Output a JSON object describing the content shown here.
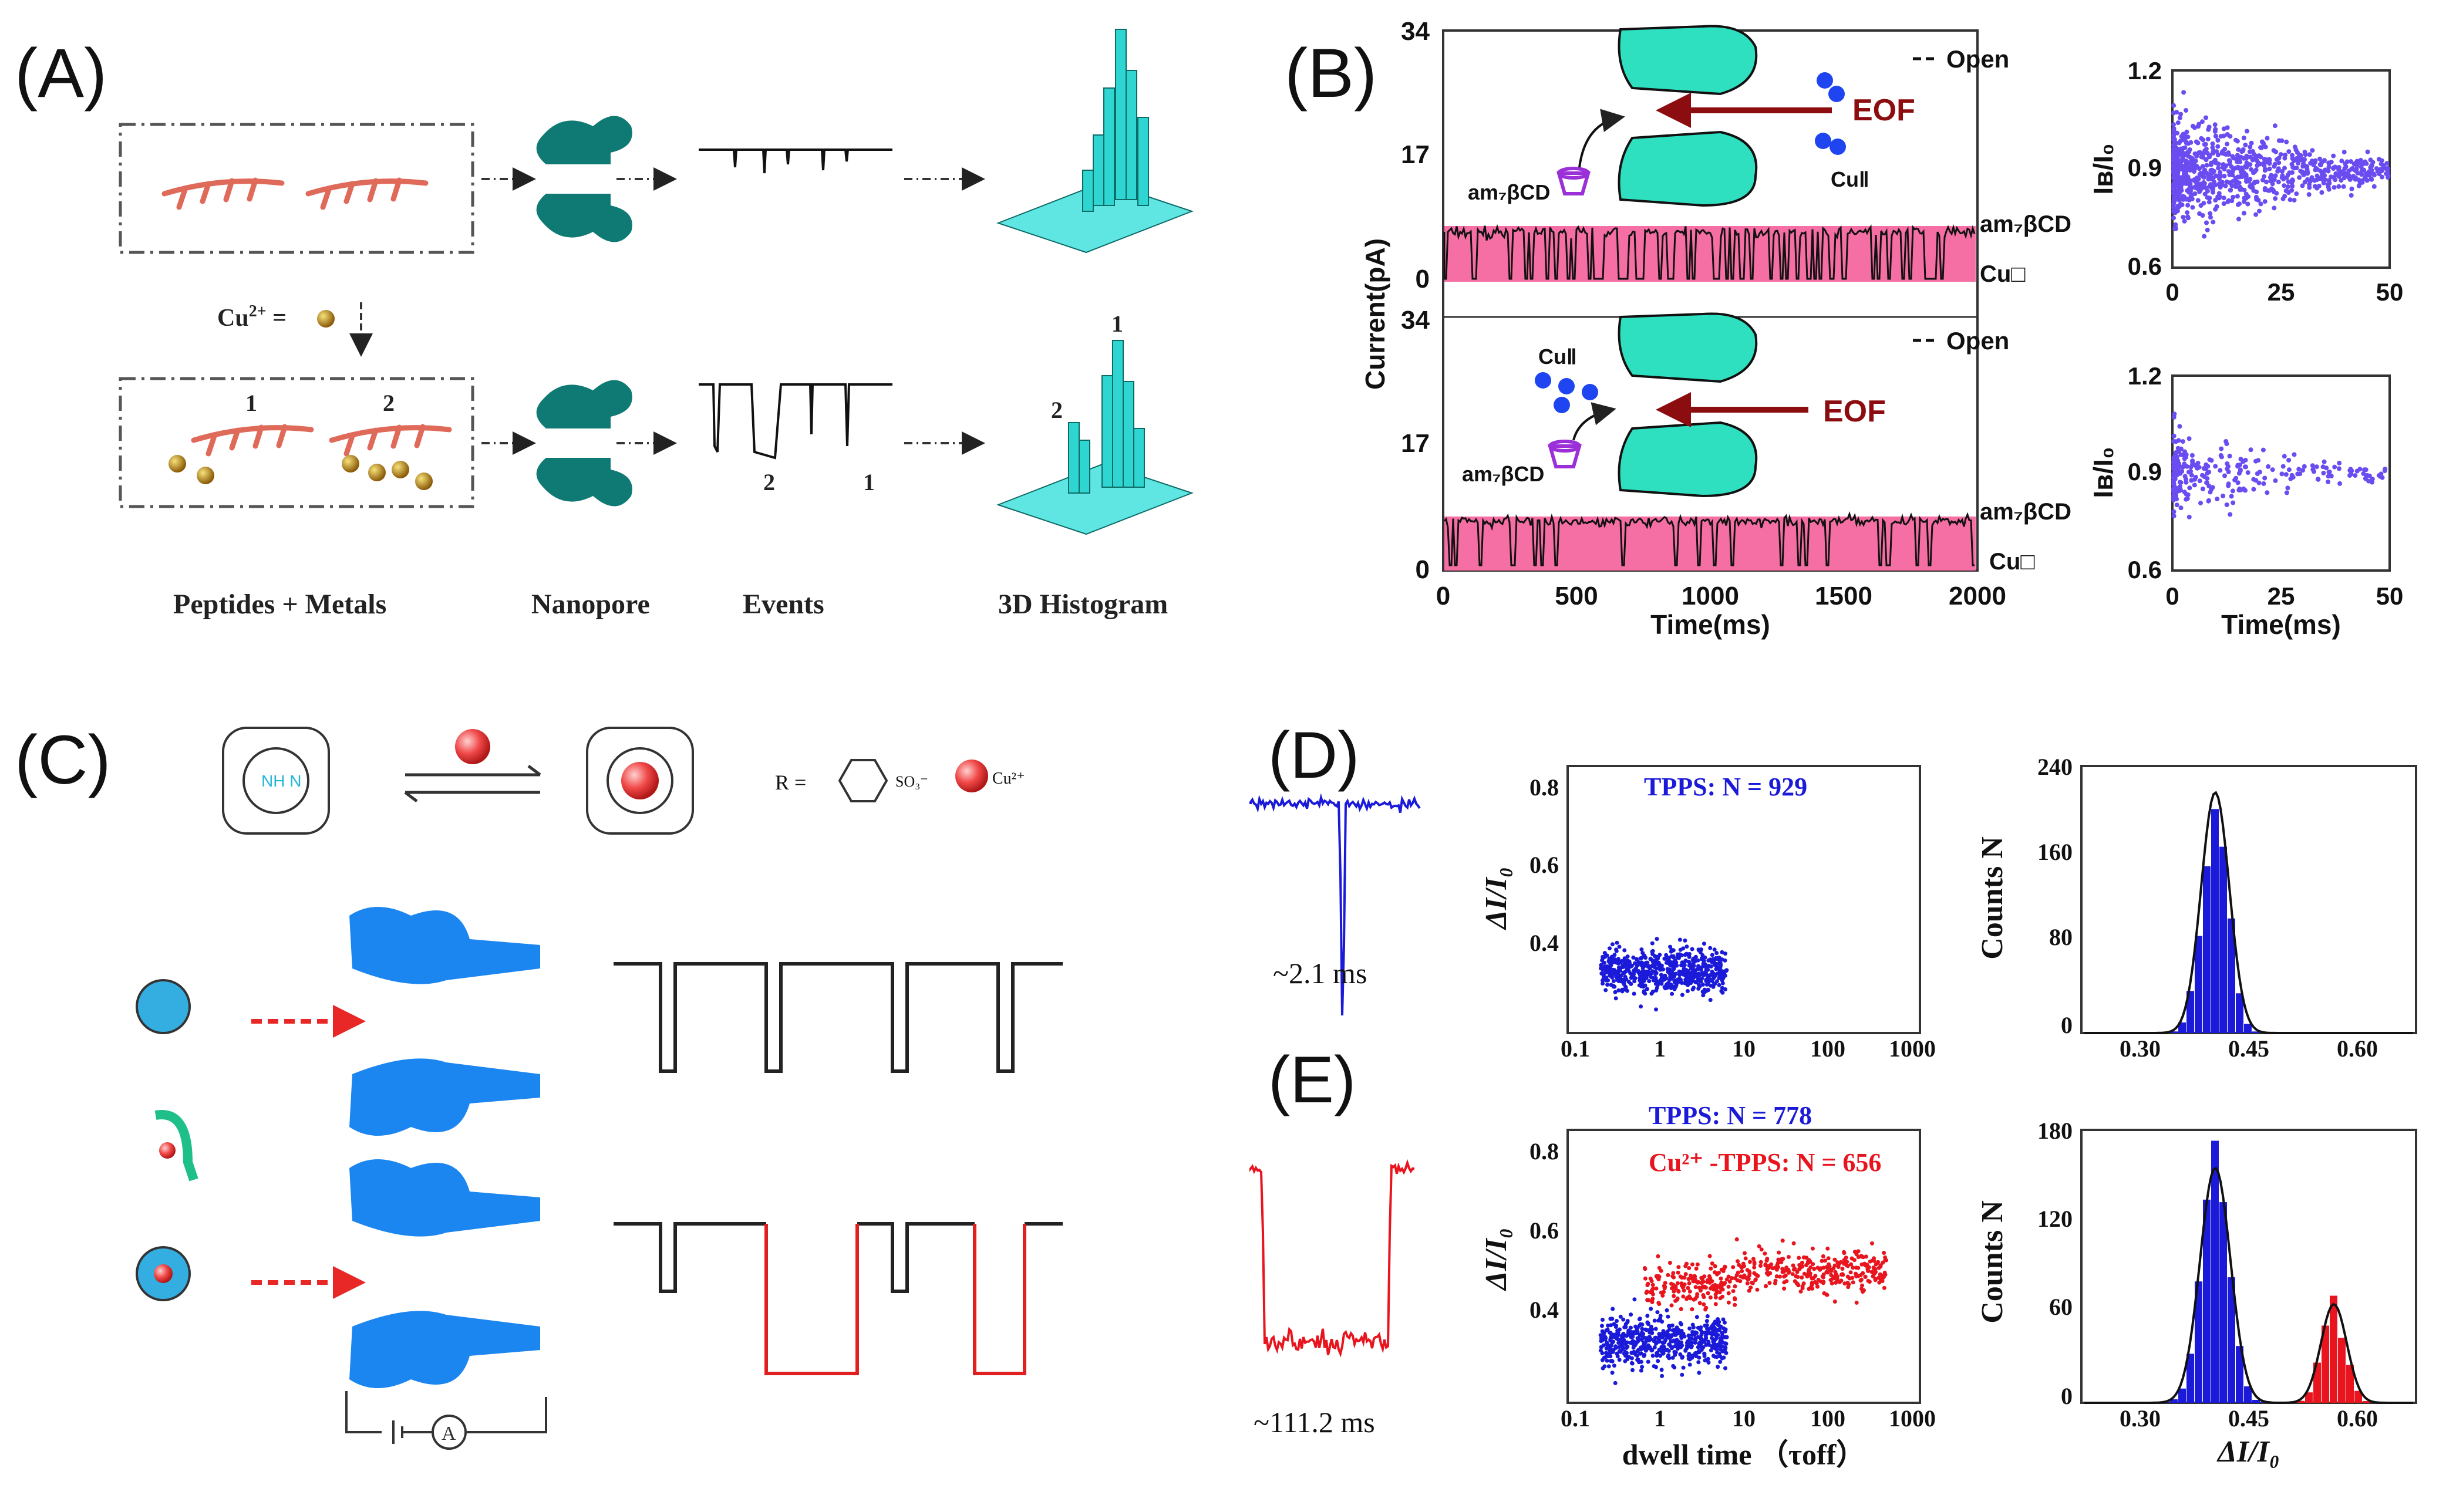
{
  "panels": {
    "A": {
      "label": "(A)",
      "cu_label": "Cu",
      "cu_sup": "2+",
      "cu_eq": " =",
      "num1": "1",
      "num2": "2",
      "ev_num2": "2",
      "ev_num1": "1",
      "hist_num1": "1",
      "hist_num2": "2",
      "captions": [
        "Peptides + Metals",
        "Nanopore",
        "Events",
        "3D Histogram"
      ],
      "colors": {
        "peptide": "#e06a5a",
        "pore": "#0f7a73",
        "histogram": "#2fd5d0",
        "metal": "#b98912"
      }
    },
    "B": {
      "label": "(B)",
      "ylabel": "Current(pA)",
      "ticks_y": [
        "34",
        "17",
        "0"
      ],
      "ticks_y2": [
        "34",
        "17",
        "0"
      ],
      "ticks_x": [
        "0",
        "500",
        "1000",
        "1500",
        "2000"
      ],
      "xlabel": "Time(ms)",
      "open": "Open",
      "eof": "EOF",
      "cd": "am₇βCD",
      "cd_right": "am₇βCD",
      "cu2": "CuⅡ",
      "cu_right": "Cu□",
      "scatter_ylabel": "Iʙ/I₀",
      "scatter_yticks": [
        "1.2",
        "0.9",
        "0.6"
      ],
      "scatter_xticks": [
        "0",
        "25",
        "50"
      ],
      "scatter_xlabel": "Time(ms)",
      "colors": {
        "pore": "#2fe0c0",
        "trace_fill": "#f56fa4",
        "arrow": "#8b0d10",
        "ion": "#1f45f0",
        "cd": "#9b2fd8",
        "points": "#6a4cf0"
      }
    },
    "C": {
      "label": "(C)",
      "r_eq": "R =",
      "so3": "SO₃⁻",
      "cu2": "Cu²⁺",
      "colors": {
        "pore": "#1c86f0",
        "arrow": "#e82727",
        "trace_red": "#e02020",
        "trace_black": "#222222"
      }
    },
    "D": {
      "label": "(D)",
      "dwell": "~2.1 ms",
      "legend": "TPPS: N = 929",
      "scatter_ylabel": "ΔI/I₀",
      "scatter_yticks": [
        "0.8",
        "0.6",
        "0.4"
      ],
      "scatter_xticks": [
        "0.1",
        "1",
        "10",
        "100",
        "1000"
      ],
      "hist_ylabel": "Counts N",
      "hist_yticks": [
        "240",
        "160",
        "80",
        "0"
      ],
      "hist_xticks": [
        "0.30",
        "0.45",
        "0.60"
      ]
    },
    "E": {
      "label": "(E)",
      "dwell": "~111.2 ms",
      "legend_blue": "TPPS: N = 778",
      "legend_red": "Cu²⁺ -TPPS: N = 656",
      "scatter_ylabel": "ΔI/I₀",
      "scatter_yticks": [
        "0.8",
        "0.6",
        "0.4"
      ],
      "scatter_xticks": [
        "0.1",
        "1",
        "10",
        "100",
        "1000"
      ],
      "scatter_xlabel": "dwell time （τoff）",
      "hist_ylabel": "Counts N",
      "hist_yticks": [
        "180",
        "120",
        "60",
        "0"
      ],
      "hist_xticks": [
        "0.30",
        "0.45",
        "0.60"
      ],
      "hist_xlabel": "ΔI/I₀",
      "colors": {
        "blue": "#1a1ad8",
        "red": "#e8141e"
      }
    }
  }
}
